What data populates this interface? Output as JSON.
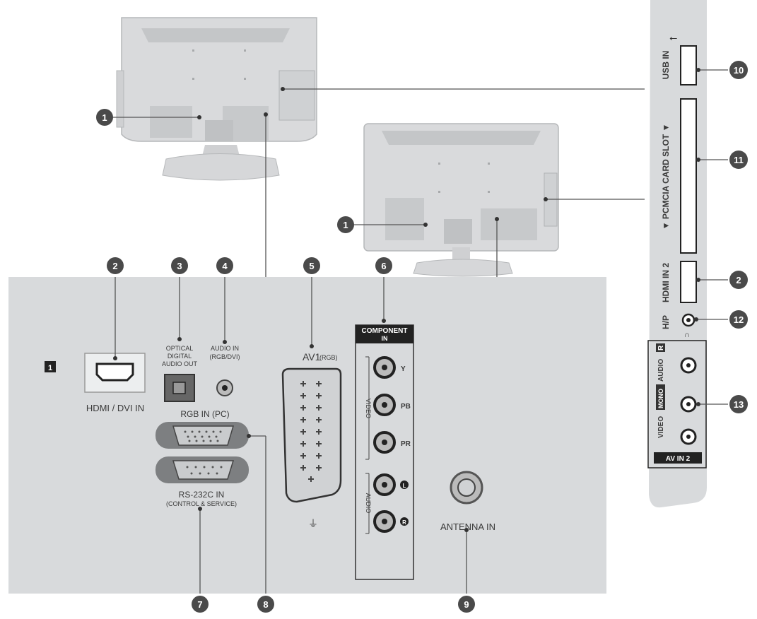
{
  "callouts": {
    "c1": "1",
    "c2": "2",
    "c3": "3",
    "c4": "4",
    "c5": "5",
    "c6": "6",
    "c7": "7",
    "c8": "8",
    "c9": "9",
    "c10": "10",
    "c11": "11",
    "c12": "12",
    "c13": "13"
  },
  "rear_panel": {
    "hdmi_index": "1",
    "hdmi_dvi_in": "HDMI / DVI IN",
    "optical_line1": "OPTICAL",
    "optical_line2": "DIGITAL",
    "optical_line3": "AUDIO OUT",
    "audio_in_line1": "AUDIO IN",
    "audio_in_line2": "(RGB/DVI)",
    "av1": "AV1",
    "av1_sub": "(RGB)",
    "rgb_in": "RGB IN (PC)",
    "rs232c_in": "RS-232C  IN",
    "rs232c_sub": "(CONTROL & SERVICE)",
    "component_line1": "COMPONENT",
    "component_line2": "IN",
    "comp_y": "Y",
    "comp_pb": "PB",
    "comp_pr": "PR",
    "comp_l": "L",
    "comp_r": "R",
    "video_group": "VIDEO",
    "audio_group": "AUDIO",
    "antenna_in": "ANTENNA IN"
  },
  "side_panel": {
    "usb_in": "USB IN",
    "pcmcia": "▼ PCMCIA  CARD SLOT ▼",
    "hdmi_in_2": "HDMI IN 2",
    "hp": "H/P",
    "av_video": "VIDEO",
    "av_mono": "MONO",
    "av_audio": "AUDIO",
    "av_r": "R",
    "av_in_2": "AV IN 2"
  }
}
